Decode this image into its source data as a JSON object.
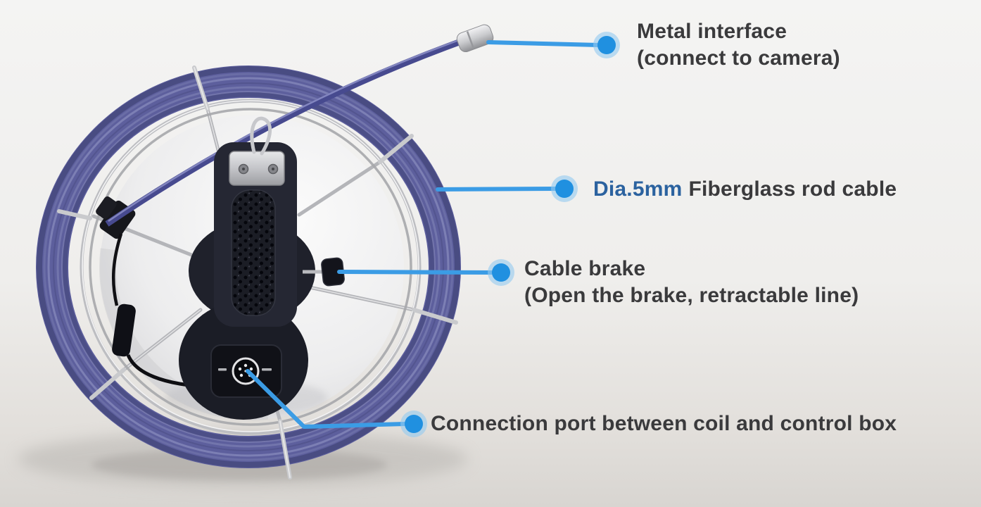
{
  "callouts": [
    {
      "id": "metal-interface",
      "lines": [
        "Metal interface",
        "(connect to camera)"
      ]
    },
    {
      "id": "fiberglass-rod-cable",
      "highlight": "Dia.5mm",
      "text": "Fiberglass rod cable"
    },
    {
      "id": "cable-brake",
      "lines": [
        "Cable brake",
        "(Open the brake, retractable line)"
      ]
    },
    {
      "id": "connection-port",
      "lines": [
        "Connection port between coil and control box"
      ]
    }
  ],
  "colors": {
    "callout_line": "#3b9ce5",
    "callout_dot": "#2090e0",
    "callout_dot_halo": "#93c9f0",
    "label_text": "#3a3a3c",
    "label_highlight": "#2b629f",
    "cable_coil": "#5d5f9d",
    "frame_chrome": "#c0c1c5",
    "background_top": "#f3f3f2",
    "background_bottom": "#dad7d3"
  }
}
